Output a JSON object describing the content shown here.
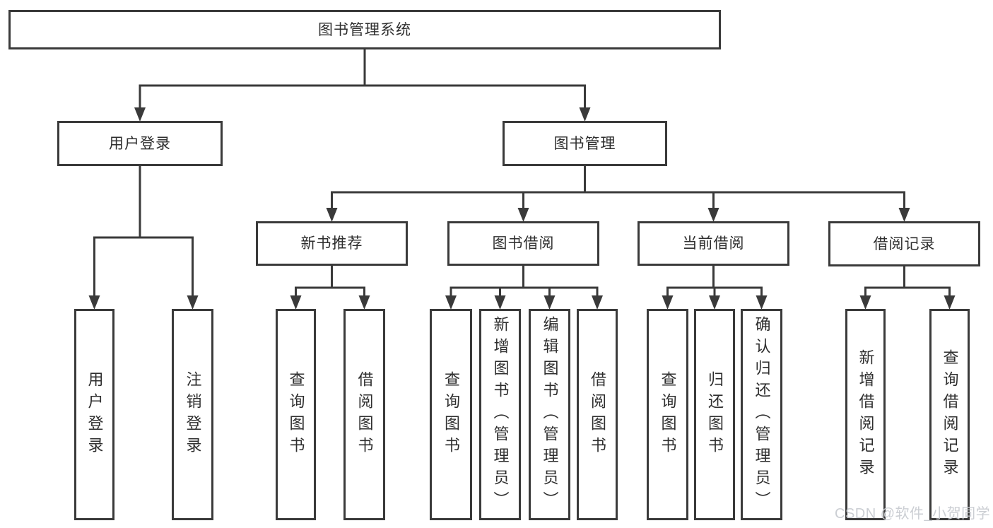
{
  "diagram": {
    "type": "hierarchy-tree",
    "watermark": "CSDN @软件_小贺同学",
    "colors": {
      "line": "#3a3a3a",
      "box_border": "#3a3a3a",
      "box_fill": "#ffffff",
      "text": "#2e2e2e",
      "watermark": "#c9ccd1",
      "background": "#ffffff"
    },
    "nodes": [
      {
        "id": "root",
        "label": "图书管理系统",
        "parent": null
      },
      {
        "id": "user-login",
        "label": "用户登录",
        "parent": "root"
      },
      {
        "id": "book-mgmt",
        "label": "图书管理",
        "parent": "root"
      },
      {
        "id": "new-book-rec",
        "label": "新书推荐",
        "parent": "book-mgmt"
      },
      {
        "id": "book-borrow",
        "label": "图书借阅",
        "parent": "book-mgmt"
      },
      {
        "id": "current-borrow",
        "label": "当前借阅",
        "parent": "book-mgmt"
      },
      {
        "id": "borrow-records",
        "label": "借阅记录",
        "parent": "book-mgmt"
      },
      {
        "id": "login",
        "label": "用户登录",
        "parent": "user-login"
      },
      {
        "id": "logout",
        "label": "注销登录",
        "parent": "user-login"
      },
      {
        "id": "query-book-1",
        "label": "查询图书",
        "parent": "new-book-rec"
      },
      {
        "id": "borrow-book-1",
        "label": "借阅图书",
        "parent": "new-book-rec"
      },
      {
        "id": "query-book-2",
        "label": "查询图书",
        "parent": "book-borrow"
      },
      {
        "id": "add-book",
        "label": "新增图书（管理员）",
        "parent": "book-borrow"
      },
      {
        "id": "edit-book",
        "label": "编辑图书（管理员）",
        "parent": "book-borrow"
      },
      {
        "id": "borrow-book-2",
        "label": "借阅图书",
        "parent": "book-borrow"
      },
      {
        "id": "query-book-3",
        "label": "查询图书",
        "parent": "current-borrow"
      },
      {
        "id": "return-book",
        "label": "归还图书",
        "parent": "current-borrow"
      },
      {
        "id": "confirm-return",
        "label": "确认归还（管理员）",
        "parent": "current-borrow"
      },
      {
        "id": "add-borrow-record",
        "label": "新增借阅记录",
        "parent": "borrow-records"
      },
      {
        "id": "query-borrow-record",
        "label": "查询借阅记录",
        "parent": "borrow-records"
      }
    ]
  }
}
